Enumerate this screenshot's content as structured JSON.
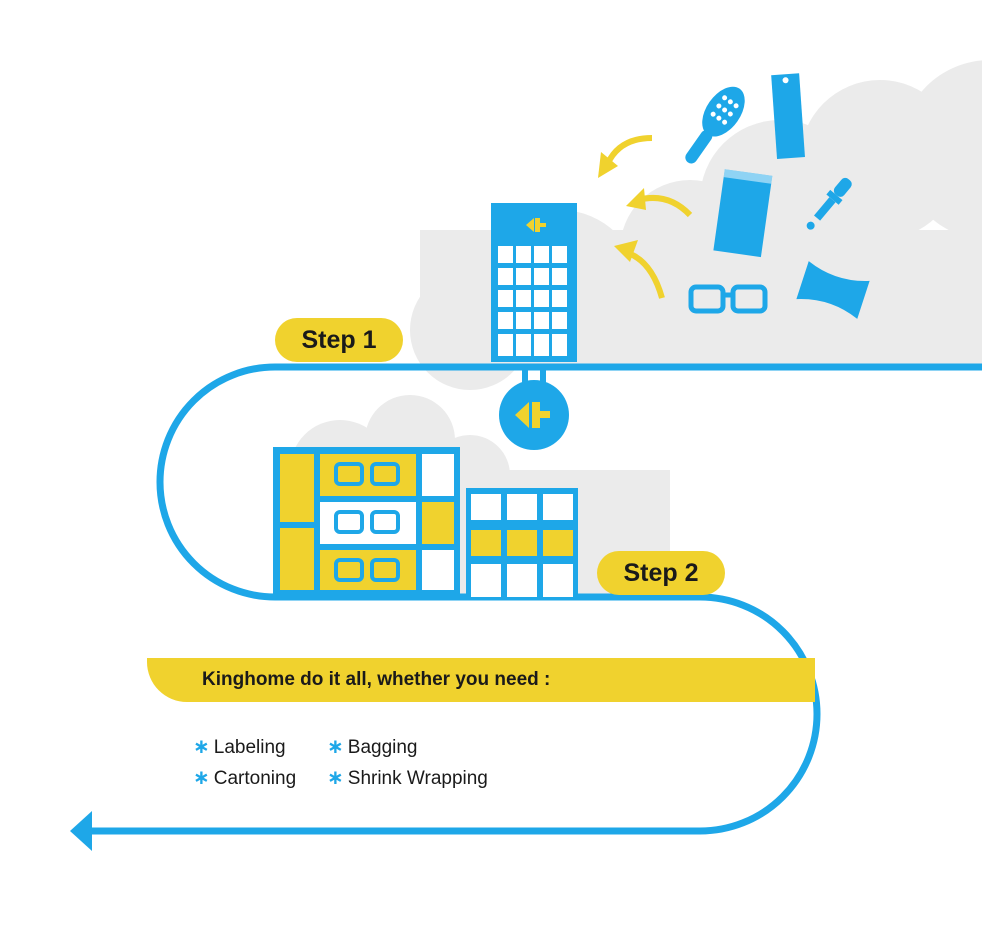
{
  "steps": {
    "step1_label": "Step 1",
    "step2_label": "Step 2"
  },
  "banner": {
    "text": "Kinghome do it all, whether you need :"
  },
  "services": {
    "bullet": "∗",
    "items": [
      "Labeling",
      "Bagging",
      "Cartoning",
      "Shrink Wrapping"
    ]
  },
  "colors": {
    "blue": "#1ea7e8",
    "yellow": "#f0d22e",
    "cloud": "#ebebeb",
    "text": "#1a1a1a"
  },
  "icons": [
    "factory-building-icon",
    "hairbrush-icon",
    "spray-bottle-icon",
    "box-icon",
    "dropper-icon",
    "glasses-icon",
    "pillow-box-icon",
    "warehouse-shelf-icon",
    "logo-badge-icon",
    "arrow-left-icon"
  ]
}
